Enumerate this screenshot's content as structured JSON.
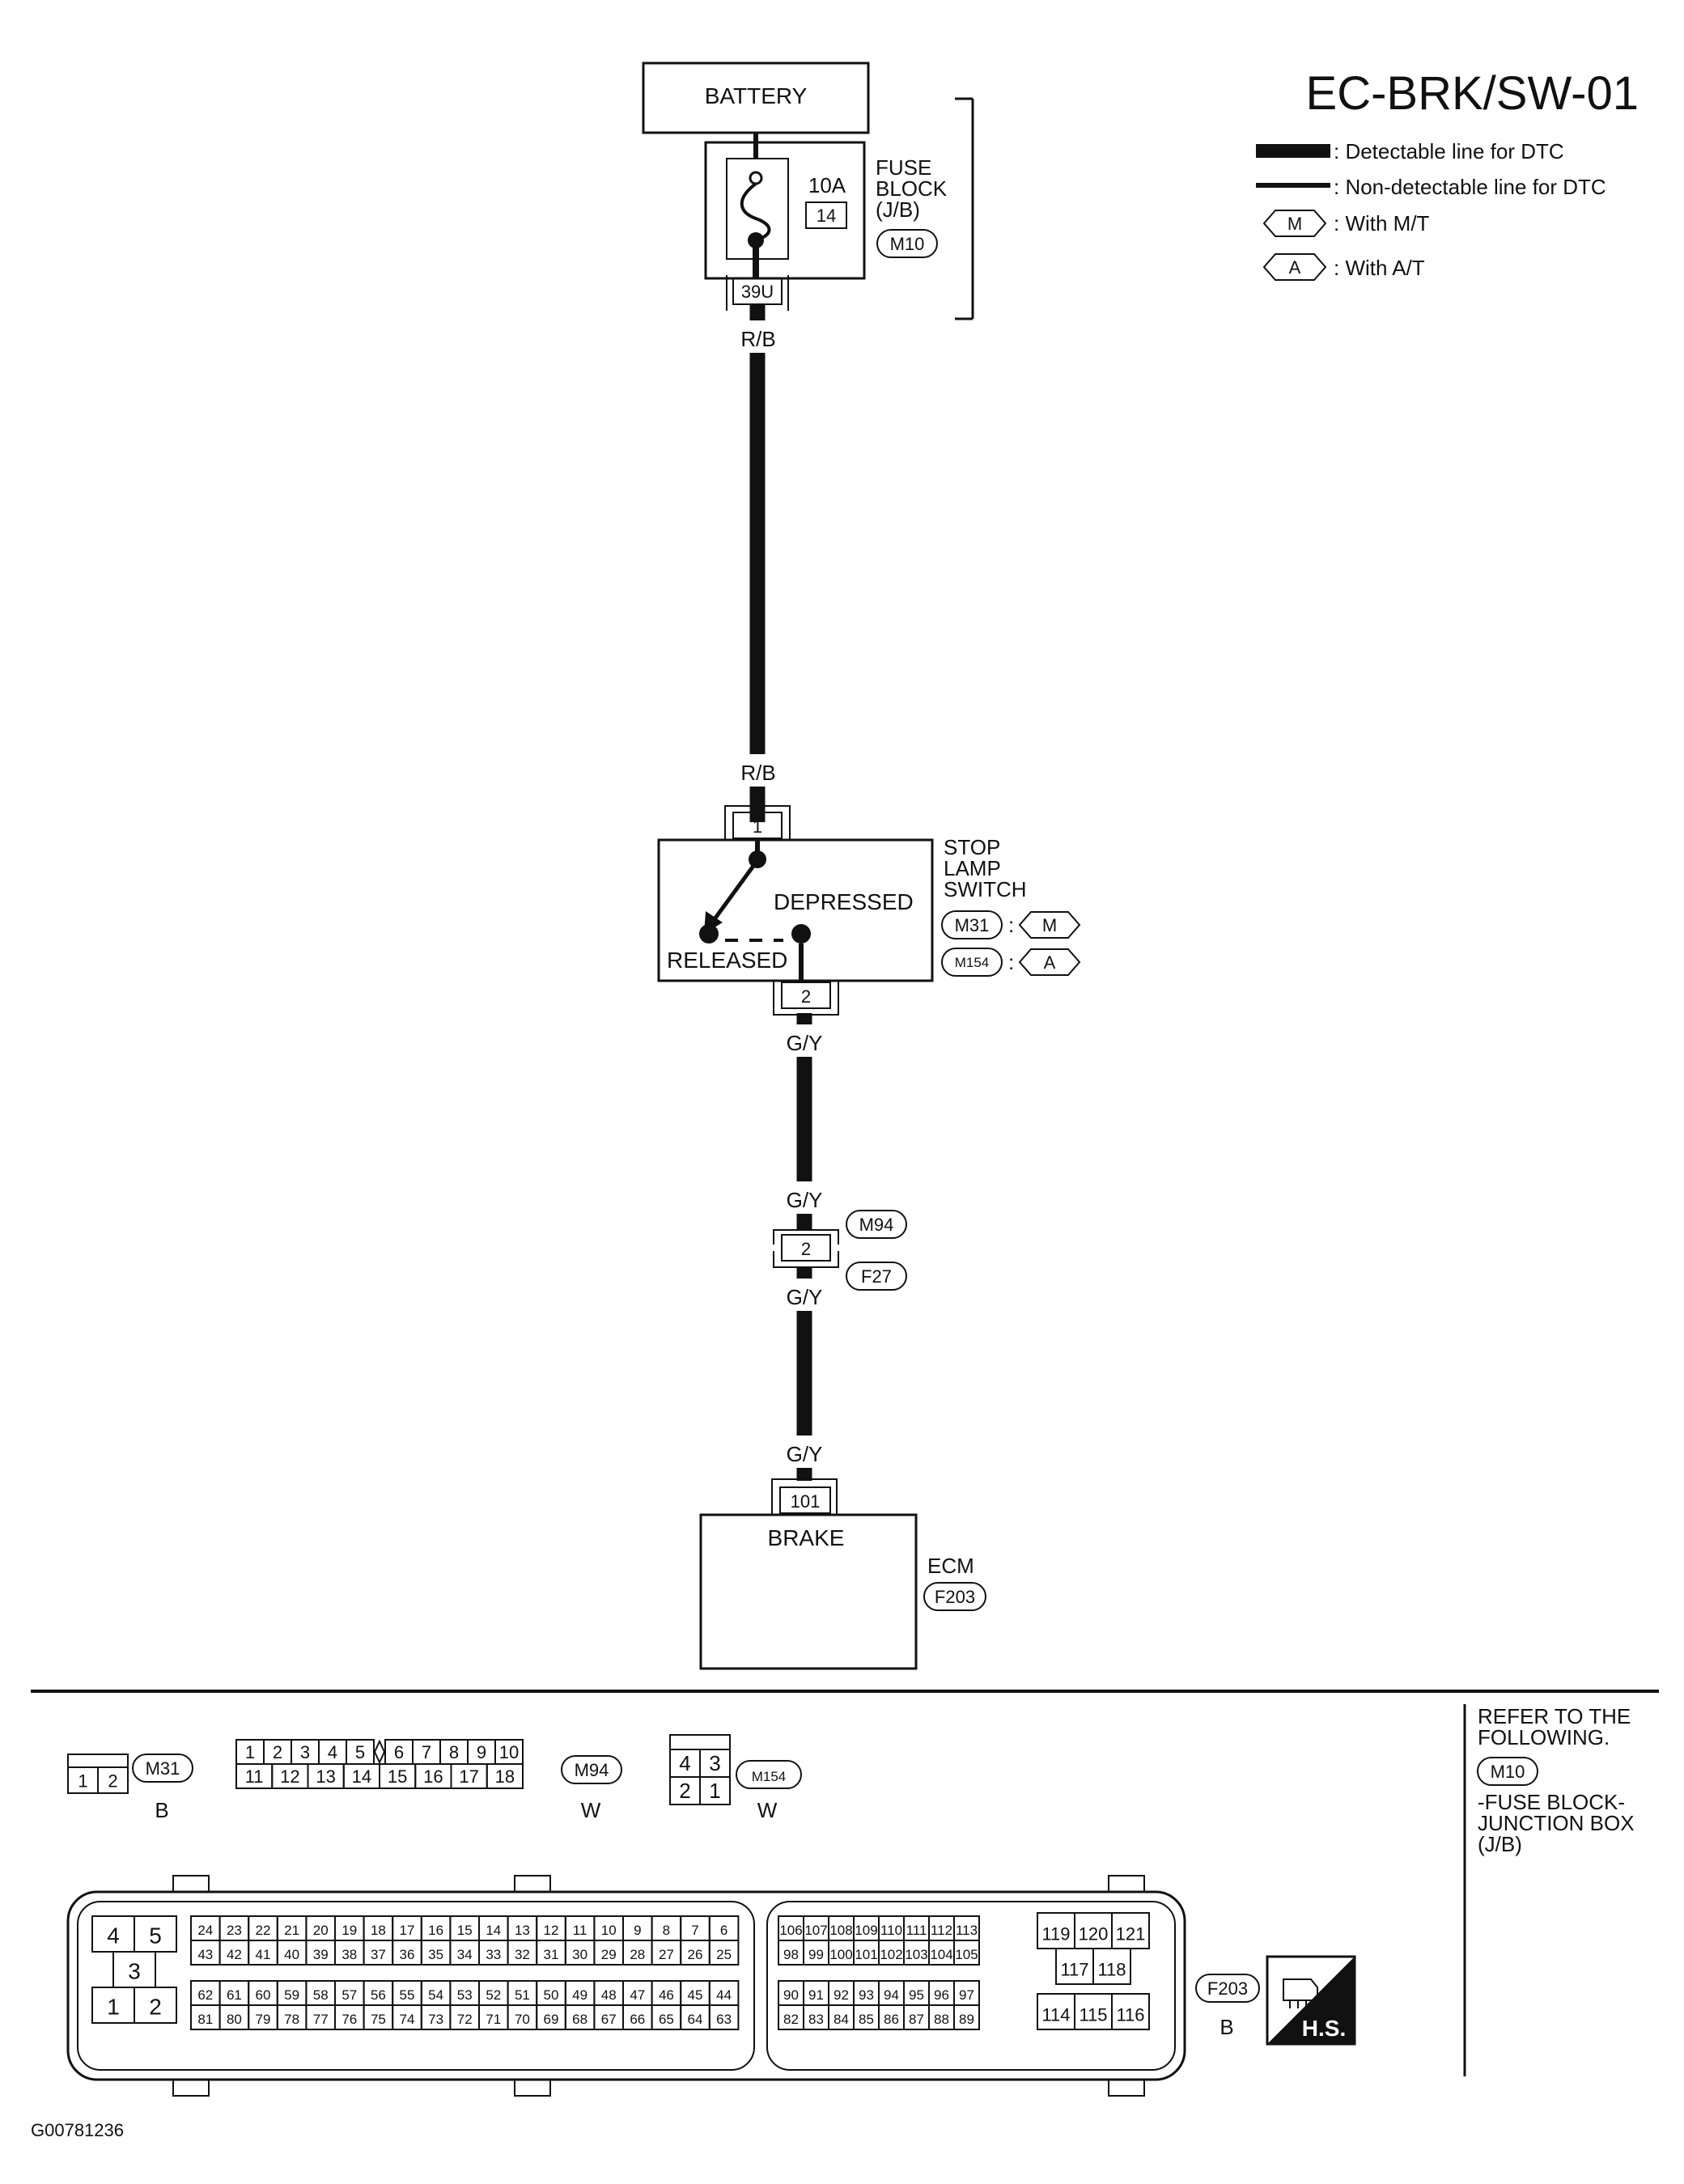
{
  "header": {
    "title": "EC-BRK/SW-01"
  },
  "legend": {
    "detectable": ": Detectable line for DTC",
    "non_detectable": ": Non-detectable line for DTC",
    "with_mt_code": "M",
    "with_mt": ": With M/T",
    "with_at_code": "A",
    "with_at": ": With A/T"
  },
  "battery": {
    "label": "BATTERY"
  },
  "fuse_block": {
    "rating": "10A",
    "number": "14",
    "label_line1": "FUSE",
    "label_line2": "BLOCK",
    "label_line3": "(J/B)",
    "connector": "M10",
    "terminal": "39U"
  },
  "wires": {
    "rb_top": "R/B",
    "rb_bottom": "R/B",
    "gy_1": "G/Y",
    "gy_2": "G/Y",
    "gy_3": "G/Y",
    "gy_4": "G/Y"
  },
  "stop_lamp_switch": {
    "label_line1": "STOP",
    "label_line2": "LAMP",
    "label_line3": "SWITCH",
    "terminal_top": "1",
    "terminal_bottom": "2",
    "depressed": "DEPRESSED",
    "released": "RELEASED",
    "conn_mt": "M31",
    "conn_mt_sep": ":",
    "conn_mt_tag": "M",
    "conn_at": "M154",
    "conn_at_sep": ":",
    "conn_at_tag": "A"
  },
  "joint": {
    "top_connector": "M94",
    "bottom_connector": "F27",
    "terminal": "2"
  },
  "ecm": {
    "terminal": "101",
    "signal": "BRAKE",
    "label": "ECM",
    "connector": "F203"
  },
  "refer": {
    "line1": "REFER TO THE",
    "line2": "FOLLOWING.",
    "connector": "M10",
    "desc1": "-FUSE BLOCK-",
    "desc2": "JUNCTION BOX",
    "desc3": "(J/B)"
  },
  "connector_views": {
    "m31": {
      "name": "M31",
      "color": "B",
      "pins": [
        "1",
        "2"
      ]
    },
    "m94": {
      "name": "M94",
      "color": "W",
      "row1": [
        "1",
        "2",
        "3",
        "4",
        "5",
        "6",
        "7",
        "8",
        "9",
        "10"
      ],
      "row2": [
        "11",
        "12",
        "13",
        "14",
        "15",
        "16",
        "17",
        "18"
      ]
    },
    "m154": {
      "name": "M154",
      "color": "W",
      "row1": [
        "4",
        "3"
      ],
      "row2": [
        "2",
        "1"
      ]
    },
    "f203": {
      "name": "F203",
      "color": "B",
      "left_pins": [
        "4",
        "5",
        "3",
        "1",
        "2"
      ],
      "row1": [
        "24",
        "23",
        "22",
        "21",
        "20",
        "19",
        "18",
        "17",
        "16",
        "15",
        "14",
        "13",
        "12",
        "11",
        "10",
        "9",
        "8",
        "7",
        "6"
      ],
      "row2": [
        "43",
        "42",
        "41",
        "40",
        "39",
        "38",
        "37",
        "36",
        "35",
        "34",
        "33",
        "32",
        "31",
        "30",
        "29",
        "28",
        "27",
        "26",
        "25"
      ],
      "row3": [
        "62",
        "61",
        "60",
        "59",
        "58",
        "57",
        "56",
        "55",
        "54",
        "53",
        "52",
        "51",
        "50",
        "49",
        "48",
        "47",
        "46",
        "45",
        "44"
      ],
      "row4": [
        "81",
        "80",
        "79",
        "78",
        "77",
        "76",
        "75",
        "74",
        "73",
        "72",
        "71",
        "70",
        "69",
        "68",
        "67",
        "66",
        "65",
        "64",
        "63"
      ],
      "mid_row1": [
        "106",
        "107",
        "108",
        "109",
        "110",
        "111",
        "112",
        "113"
      ],
      "mid_row2": [
        "98",
        "99",
        "100",
        "101",
        "102",
        "103",
        "104",
        "105"
      ],
      "mid_row3": [
        "90",
        "91",
        "92",
        "93",
        "94",
        "95",
        "96",
        "97"
      ],
      "mid_row4": [
        "82",
        "83",
        "84",
        "85",
        "86",
        "87",
        "88",
        "89"
      ],
      "right_row1": [
        "119",
        "120",
        "121"
      ],
      "right_row2": [
        "117",
        "118"
      ],
      "right_row3": [
        "114",
        "115",
        "116"
      ]
    },
    "hs_badge": "H.S."
  },
  "footer": {
    "code": "G00781236"
  }
}
